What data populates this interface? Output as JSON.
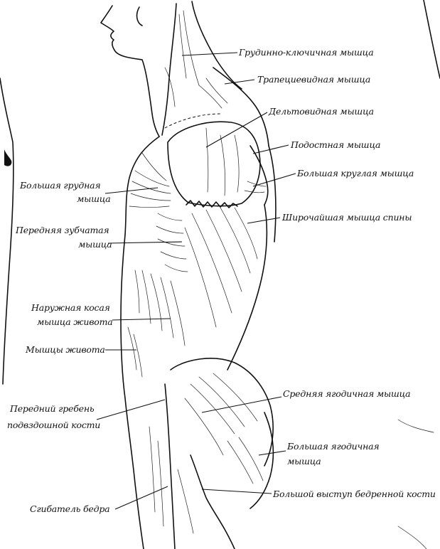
{
  "labels": {
    "sternocleidomastoid": "Грудинно-ключичная мышца",
    "trapezius": "Трапециевидная мышца",
    "deltoid": "Дельтовидная мышца",
    "infraspinatus": "Подостная мышца",
    "teres_major": "Большая круглая мышца",
    "pectoralis_line1": "Большая грудная",
    "pectoralis_line2": "мышца",
    "latissimus": "Широчайшая мышца спины",
    "serratus_line1": "Передняя зубчатая",
    "serratus_line2": "мышца",
    "oblique_line1": "Наружная косая",
    "oblique_line2": "мышца живота",
    "abdominal": "Мышцы живота",
    "gluteus_medius": "Средняя ягодичная мышца",
    "iliac_line1": "Передний гребень",
    "iliac_line2": "подвздошной кости",
    "gluteus_maximus_line1": "Большая ягодичная",
    "gluteus_maximus_line2": "мышца",
    "trochanter": "Большой выступ бедренной кости",
    "thigh_flexor": "Сгибатель бедра"
  }
}
